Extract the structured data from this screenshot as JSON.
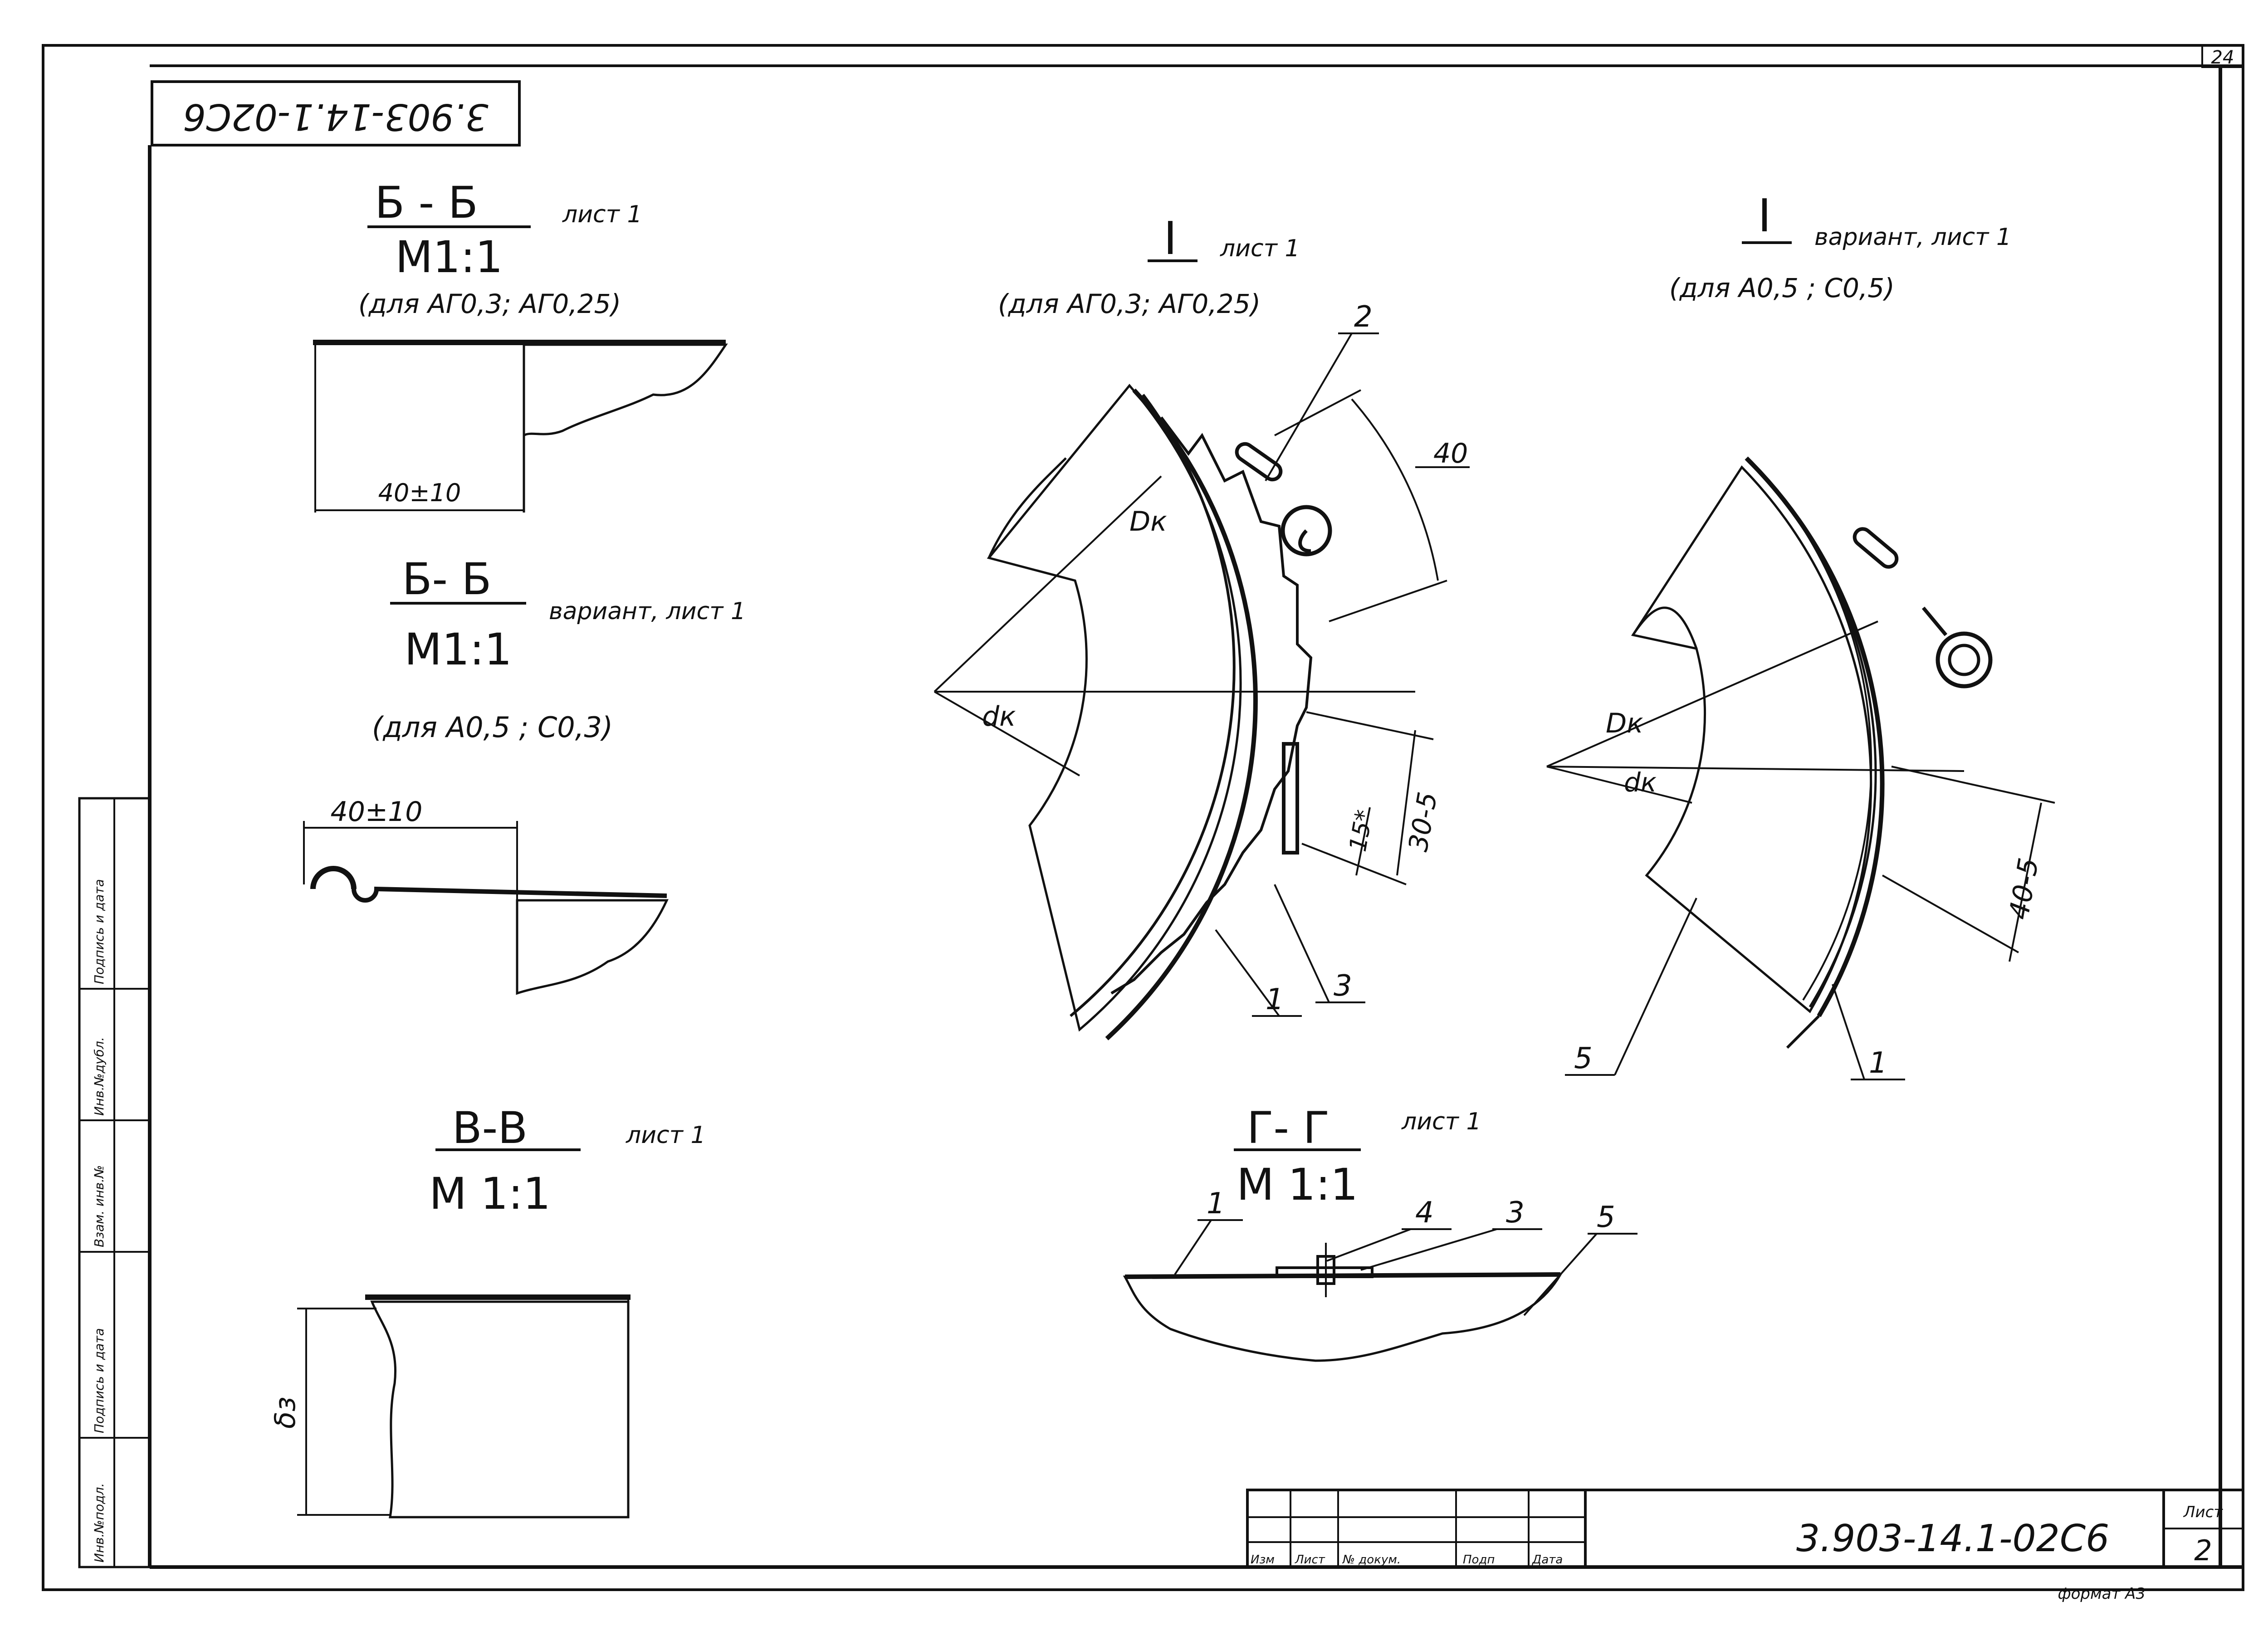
{
  "page_number": "24",
  "designation_stamp": "3.903-14.1-02С6",
  "sections": {
    "bb1": {
      "title": "Б - Б",
      "scale": "М1:1",
      "sheet_ref": "лист 1",
      "applicability": "(для АГ0,3; АГ0,25)",
      "dimension": "40±10"
    },
    "bb2": {
      "title": "Б- Б",
      "scale": "М1:1",
      "sheet_ref": "вариант, лист 1",
      "applicability": "(для А0,5 ; С0,3)",
      "dimension": "40±10"
    },
    "vv": {
      "title": "В-В",
      "scale": "М 1:1",
      "sheet_ref": "лист 1",
      "dimension": "δз"
    },
    "detail1": {
      "title": "I",
      "sheet_ref": "лист 1",
      "applicability": "(для АГ0,3; АГ0,25)",
      "dim_top": "40",
      "dim_right": "30-5",
      "dim_inner": "15*",
      "label_outer_d": "Dк",
      "label_inner_d": "dк",
      "callouts": [
        "2",
        "1",
        "3"
      ]
    },
    "detail1v": {
      "title": "I",
      "sheet_ref": "вариант, лист 1",
      "applicability": "(для А0,5 ; С0,5)",
      "dim_right": "40-5",
      "label_outer_d": "Dк",
      "label_inner_d": "dк",
      "callouts": [
        "5",
        "1"
      ]
    },
    "gg": {
      "title": "Г- Г",
      "scale": "М 1:1",
      "sheet_ref": "лист 1",
      "callouts": [
        "1",
        "4",
        "3",
        "5"
      ]
    }
  },
  "side_stamp": [
    "Инв.№подл.",
    "Подпись и дата",
    "Взам. инв.№",
    "Инв.№дубл.",
    "Подпись и дата"
  ],
  "title_block": {
    "columns": [
      "Изм",
      "Лист",
      "№ докум.",
      "Подп",
      "Дата"
    ],
    "designation": "3.903-14.1-02С6",
    "sheet_label": "Лист",
    "sheet_number": "2",
    "format": "формат А3"
  }
}
